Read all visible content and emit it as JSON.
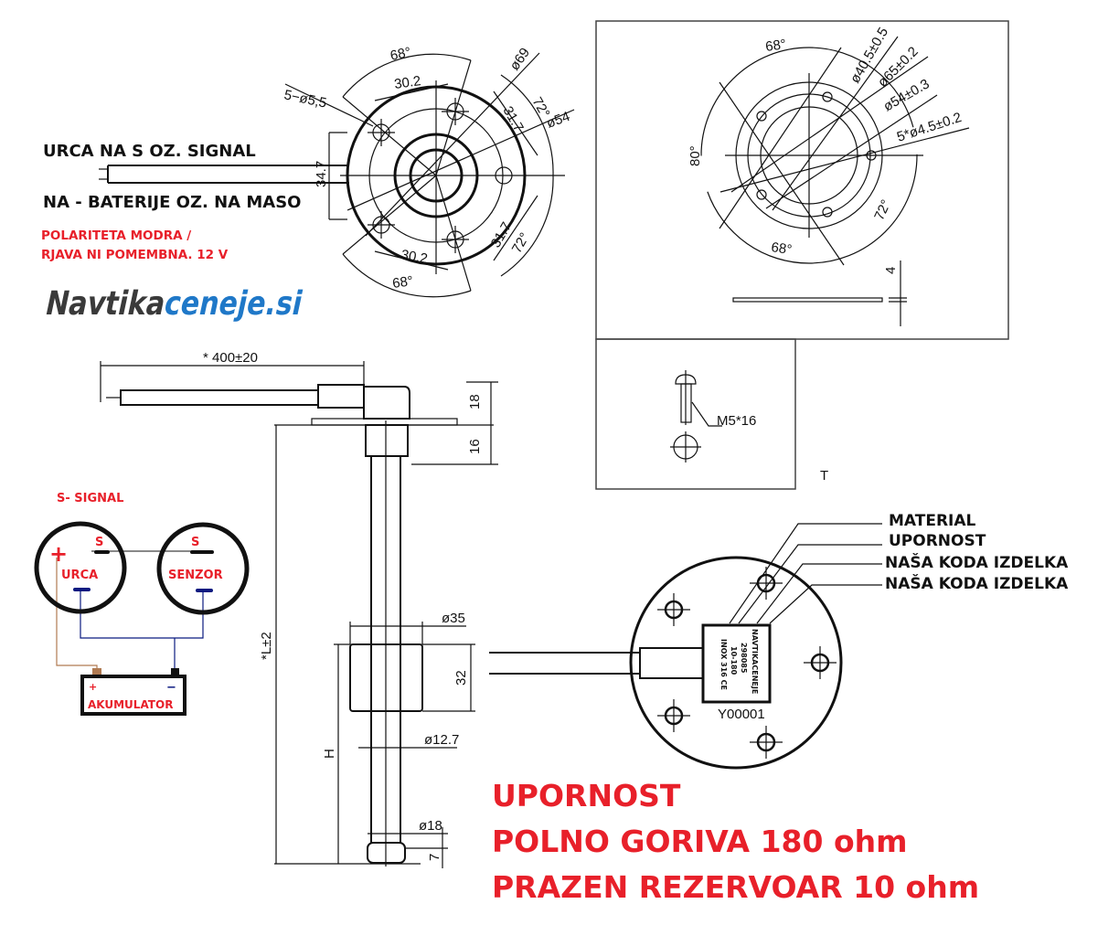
{
  "wiring_notes": {
    "signal_line": "URCA NA S OZ. SIGNAL",
    "ground_line": "NA - BATERIJE OZ. NA MASO",
    "polarity_line1": "POLARITETA MODRA /",
    "polarity_line2": "RJAVA NI POMEMBNA. 12 V"
  },
  "logo": {
    "part1": "Navtika",
    "part2": "ceneje.si"
  },
  "flange_top": {
    "angle_top": "68°",
    "angle_bottom": "68°",
    "angle_right_top": "72°",
    "angle_right_bottom": "72°",
    "chord_top": "30.2",
    "chord_bottom": "30.2",
    "chord_right_top": "31.7",
    "chord_right_bottom": "31.7",
    "holes": "5−ø5,5",
    "dia_outer": "ø69",
    "dia_pcd": "ø54",
    "cable_width": "34.7"
  },
  "gasket": {
    "angle_top": "68°",
    "angle_bottom": "68°",
    "angle_left": "80°",
    "angle_right": "72°",
    "dia1": "ø40.5±0.5",
    "dia2": "ø65±0.2",
    "dia3": "ø54±0.3",
    "holes": "5*ø4.5±0.2",
    "thickness": "4"
  },
  "screw": {
    "label": "M5*16",
    "mark": "T"
  },
  "probe": {
    "cable_length": "* 400±20",
    "head_h": "18",
    "sleeve_h": "16",
    "float_dia": "ø35",
    "float_h": "32",
    "tube_dia": "ø12.7",
    "end_dia": "ø18",
    "end_h": "7",
    "length": "*L±2",
    "height": "H"
  },
  "circuit": {
    "title": "S- SIGNAL",
    "gauge": "URCA",
    "sensor": "SENZOR",
    "s1": "S",
    "s2": "S",
    "plus": "+",
    "battery": "AKUMULATOR",
    "bat_plus": "+",
    "bat_minus": "−",
    "colors": {
      "red": "#e8202a",
      "blue": "#0b1a80",
      "brown": "#b07a52"
    }
  },
  "head_view": {
    "callouts": [
      "MATERIAL",
      "UPORNOST",
      "NAŠA KODA IZDELKA",
      "NAŠA KODA IZDELKA"
    ],
    "label_lines": [
      "NAVTIKACENEJE",
      "298085",
      "10-180",
      "INOX 316 CE"
    ],
    "serial": "Y00001"
  },
  "resistance": {
    "title": "UPORNOST",
    "full": "POLNO GORIVA 180 ohm",
    "empty": "PRAZEN REZERVOAR 10 ohm"
  }
}
